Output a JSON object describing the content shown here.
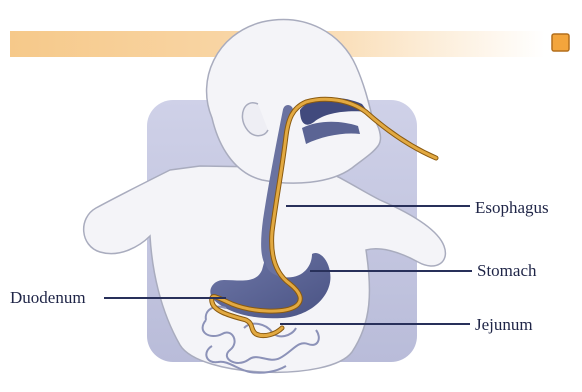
{
  "labels": {
    "esophagus": "Esophagus",
    "stomach": "Stomach",
    "duodenum": "Duodenum",
    "jejunum": "Jejunum"
  },
  "colors": {
    "header_bar": "#f6c98a",
    "header_square": "#f3a53c",
    "background_panel": "#c6c9e3",
    "organ_fill": "#5b6494",
    "tube": "#e2a941",
    "leader_line": "#28305a",
    "label_text": "#1f2547",
    "skin_outline": "#a9acbe"
  },
  "icons": {
    "header_square": "orange-square-icon"
  }
}
